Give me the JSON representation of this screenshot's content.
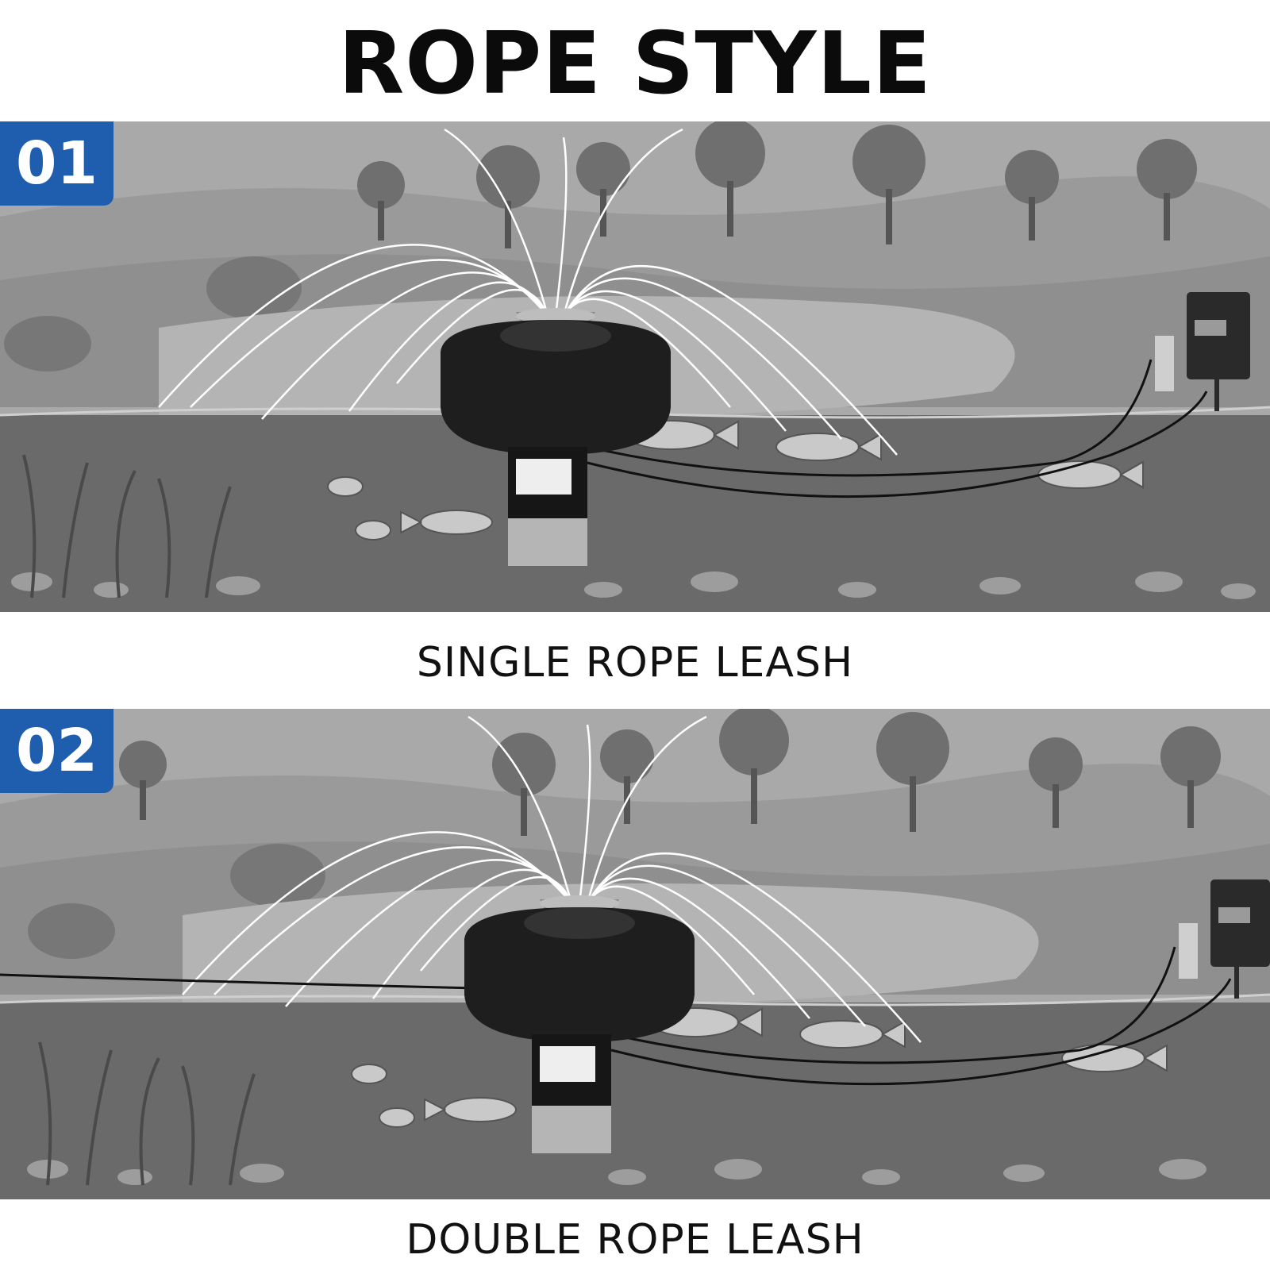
{
  "title": "ROPE STYLE",
  "colors": {
    "badge": "#1f5eae",
    "text": "#111111",
    "scene_gray": "#8c8c8c"
  },
  "panels": [
    {
      "number": "01",
      "caption": "SINGLE ROPE LEASH",
      "icons": [
        "aerator-fountain-icon",
        "fish-icon",
        "tree-icon",
        "control-box-icon",
        "rope-icon"
      ]
    },
    {
      "number": "02",
      "caption": "DOUBLE ROPE LEASH",
      "icons": [
        "aerator-fountain-icon",
        "fish-icon",
        "tree-icon",
        "control-box-icon",
        "rope-icon"
      ]
    }
  ]
}
